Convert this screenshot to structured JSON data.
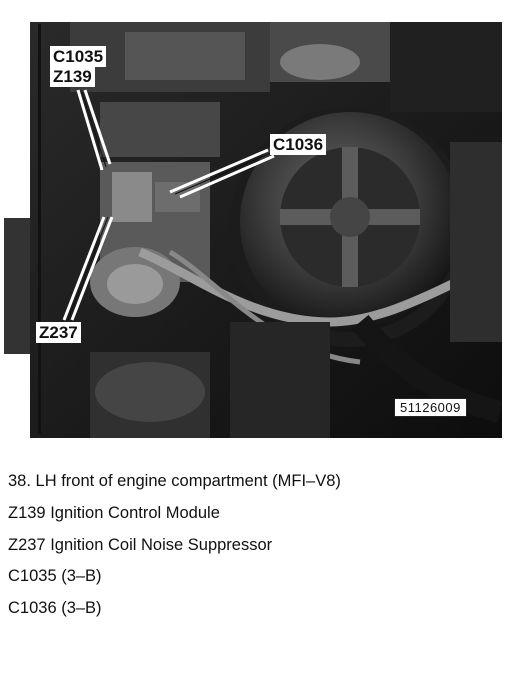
{
  "figure": {
    "labels": {
      "c1035": "C1035",
      "z139": "Z139",
      "c1036": "C1036",
      "z237": "Z237"
    },
    "figure_id": "51126009"
  },
  "caption": {
    "title": "38. LH front of engine compartment (MFI–V8)",
    "items": [
      "Z139 Ignition Control Module",
      "Z237 Ignition Coil Noise Suppressor",
      "C1035 (3–B)",
      "C1036 (3–B)"
    ]
  }
}
